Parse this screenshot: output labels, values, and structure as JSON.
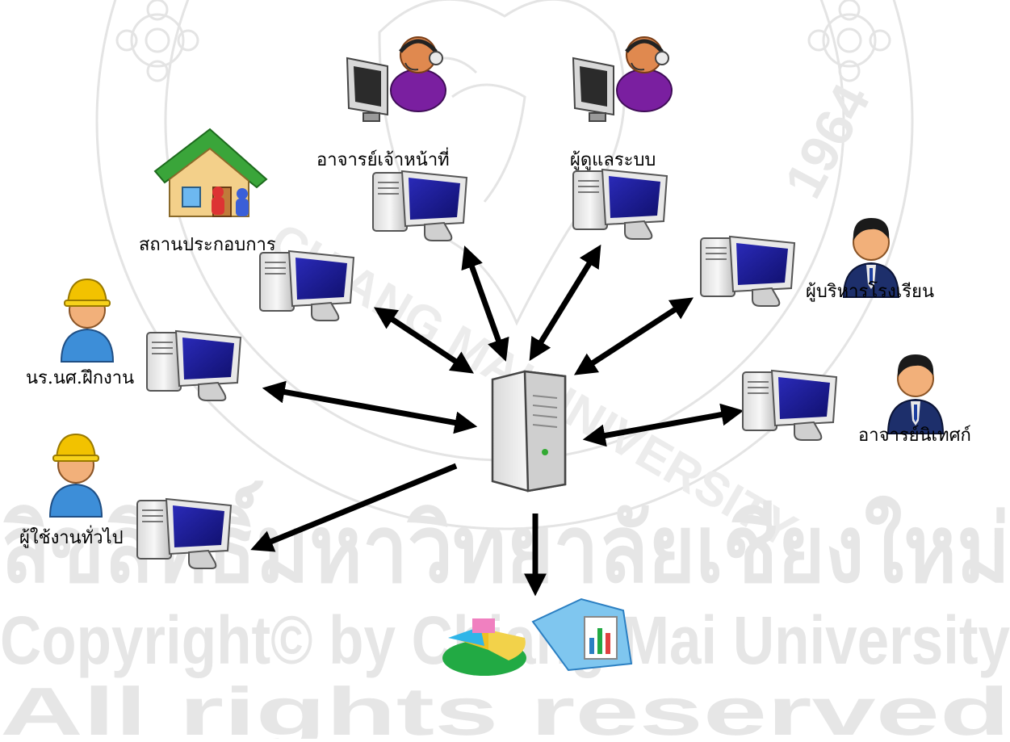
{
  "diagram": {
    "labels": {
      "teacher_staff": "อาจารย์เจ้าหน้าที่",
      "admin": "ผู้ดูแลระบบ",
      "workplace": "สถานประกอบการ",
      "school_executive": "ผู้บริหารโรงเรียน",
      "trainee_student": "นร.นศ.ฝึกงาน",
      "supervising_teacher": "อาจารย์นิเทศก์",
      "general_user": "ผู้ใช้งานทั่วไป"
    }
  },
  "watermark": {
    "thai_line": "ลิขสิทธิ์มหาวิทยาลัยเชียงใหม่",
    "copyright_line": "Copyright© by Chiang Mai University",
    "rights_line": "All rights reserved",
    "seal_text_top": "CHIANG MAI UNIVERSITY",
    "seal_year": "1964",
    "color": "#e6e6e6"
  },
  "colors": {
    "monitor_screen": "#1a1a9a",
    "headset_person_shirt": "#7a1fa0",
    "hardhat": "#f2c200",
    "worker_shirt": "#3d8ed8",
    "executive_suit": "#1d2f6b",
    "house_roof": "#3aa53a",
    "arrow": "#000000"
  }
}
